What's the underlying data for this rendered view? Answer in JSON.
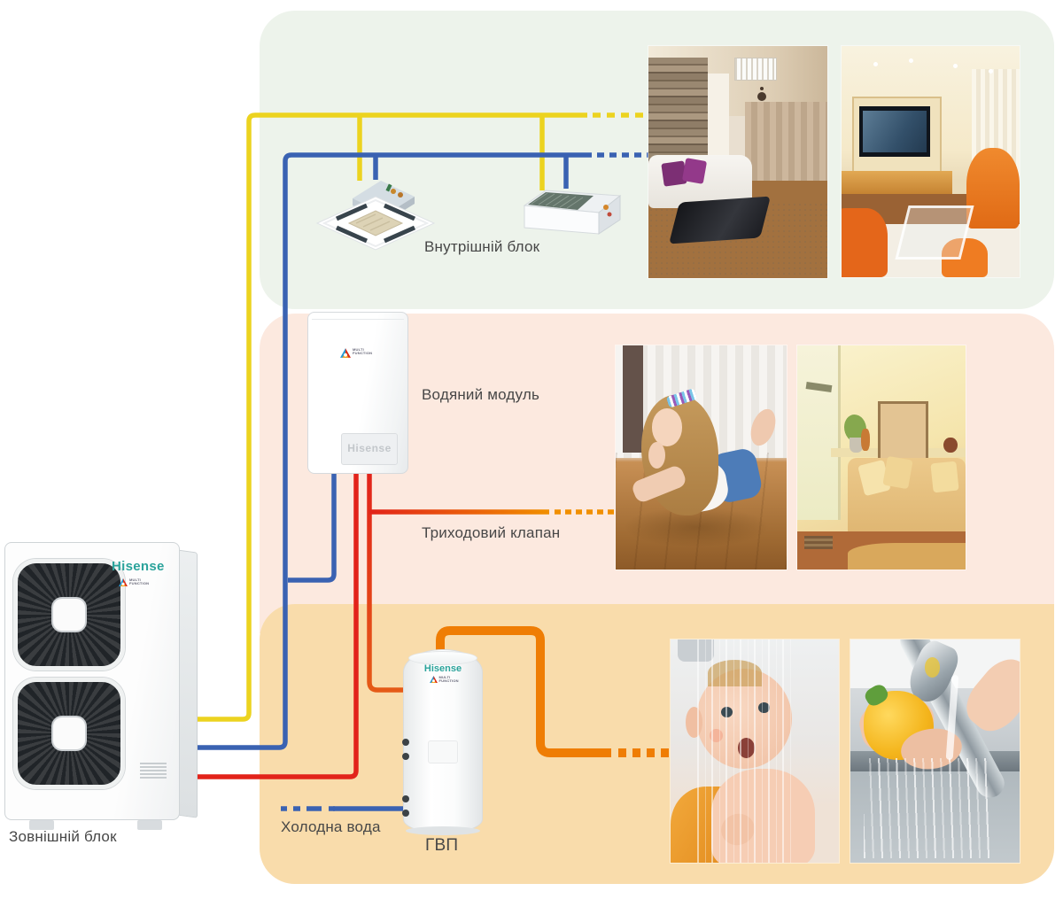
{
  "brand": {
    "name": "Hisense",
    "logo_text": "MULTI FUNCTION"
  },
  "labels": {
    "indoor_unit": "Внутрішній блок",
    "water_module": "Водяний модуль",
    "three_way_valve": "Триходовий клапан",
    "cold_water": "Холодна вода",
    "dhw": "ГВП",
    "outdoor_unit": "Зовнішній блок"
  },
  "colors": {
    "panel_green": "#edf3eb",
    "panel_pink": "#fce9df",
    "panel_orange": "#f9dcab",
    "pipe_yellow": "#ecd31f",
    "pipe_blue": "#3a62b2",
    "pipe_red": "#e2231a",
    "pipe_orange": "#ef7d04",
    "brand_teal": "#2ba39b"
  },
  "photos": [
    {
      "id": "living-room-stone-wall"
    },
    {
      "id": "living-room-tv-orange-chairs"
    },
    {
      "id": "girl-on-floor"
    },
    {
      "id": "warm-lounge-room"
    },
    {
      "id": "baby-shower"
    },
    {
      "id": "washing-pepper-faucet"
    }
  ]
}
